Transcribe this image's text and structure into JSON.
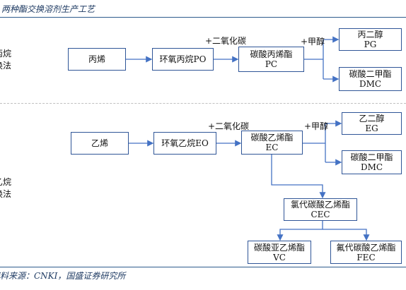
{
  "title": "两种酯交换溶剂生产工艺",
  "footer": "资料来源：CNKI，国盛证券研究所",
  "section1": {
    "side_label_line1": "环氧丙烷",
    "side_label_line2": "酯交换法",
    "nodes": {
      "propylene": "丙烯",
      "po": "环氧丙烷PO",
      "pc_line1": "碳酸丙烯酯",
      "pc_line2": "PC",
      "pg_line1": "丙二醇",
      "pg_line2": "PG",
      "dmc_line1": "碳酸二甲酯",
      "dmc_line2": "DMC"
    },
    "labels": {
      "co2": "+二氧化碳",
      "methanol": "+甲醇"
    }
  },
  "section2": {
    "side_label_line1": "环氧乙烷",
    "side_label_line2": "酯交换法",
    "nodes": {
      "ethylene": "乙烯",
      "eo": "环氧乙烷EO",
      "ec_line1": "碳酸乙烯酯",
      "ec_line2": "EC",
      "eg_line1": "乙二醇",
      "eg_line2": "EG",
      "dmc_line1": "碳酸二甲酯",
      "dmc_line2": "DMC",
      "cec_line1": "氯代碳酸乙烯酯",
      "cec_line2": "CEC",
      "vc_line1": "碳酸亚乙烯酯",
      "vc_line2": "VC",
      "fec_line1": "氟代碳酸乙烯酯",
      "fec_line2": "FEC"
    },
    "labels": {
      "co2": "+二氧化碳",
      "methanol": "+甲醇"
    }
  },
  "colors": {
    "box_border": "#2f5597",
    "arrow": "#4472c4",
    "header_text": "#1f3b63"
  }
}
